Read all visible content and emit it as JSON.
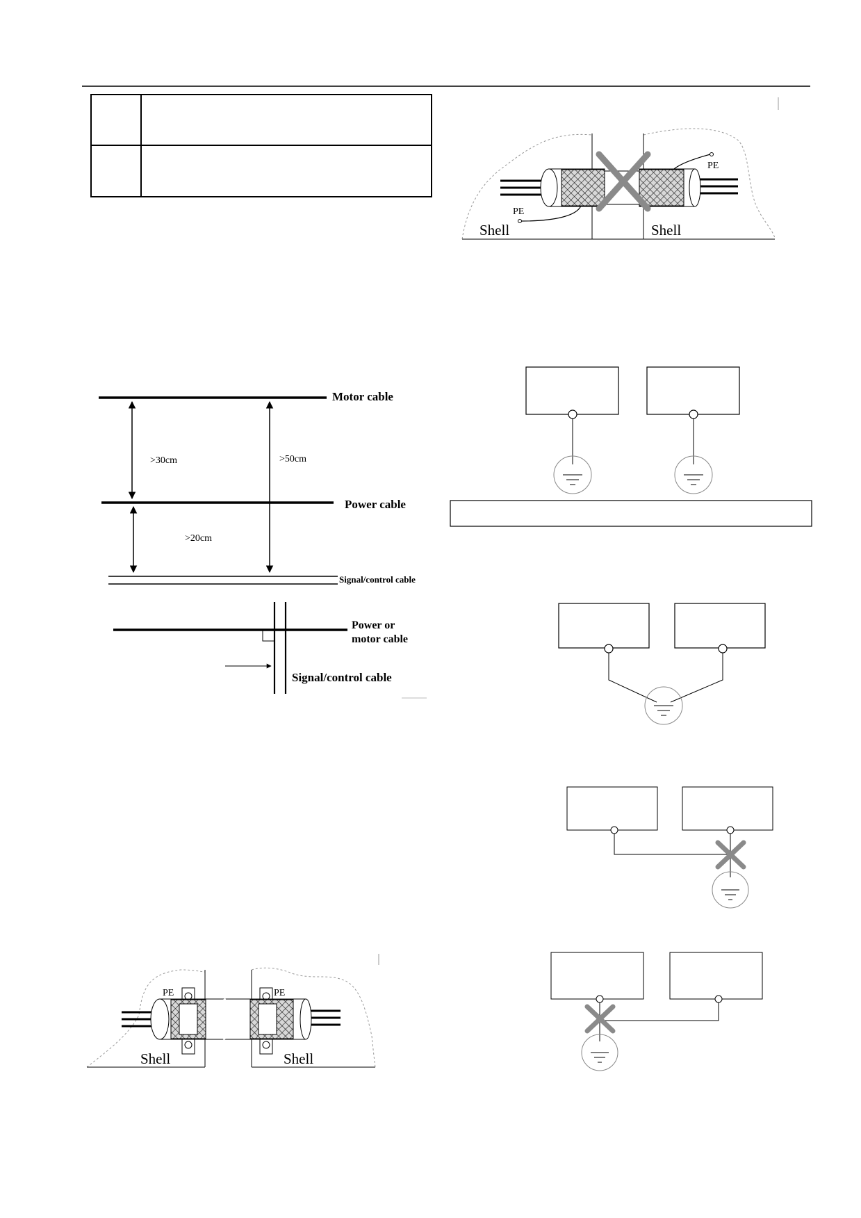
{
  "header": {
    "rule_color": "#000000"
  },
  "colors": {
    "ink": "#000000",
    "cross": "#8a8a8a",
    "ground_ring": "#888888",
    "dash_outline": "#999999"
  },
  "shield_bad": {
    "left_shell": "Shell",
    "right_shell": "Shell",
    "left_pe": "PE",
    "right_pe": "PE"
  },
  "shield_good": {
    "left_shell": "Shell",
    "right_shell": "Shell",
    "left_pe": "PE",
    "right_pe": "PE"
  },
  "cable_spacing": {
    "motor_cable": "Motor cable",
    "power_cable": "Power cable",
    "signal_cable_top": "Signal/control cable",
    "power_or_motor_line1": "Power or",
    "power_or_motor_line2": "motor cable",
    "signal_cable_bottom": "Signal/control cable",
    "dist_motor_power": ">30cm",
    "dist_motor_signal": ">50cm",
    "dist_power_signal": ">20cm"
  },
  "grounding": {
    "separate": "separate-grounding",
    "common": "common-grounding",
    "chained_right": "chained-grounding-invalid",
    "chained_left": "chained-grounding-invalid"
  }
}
